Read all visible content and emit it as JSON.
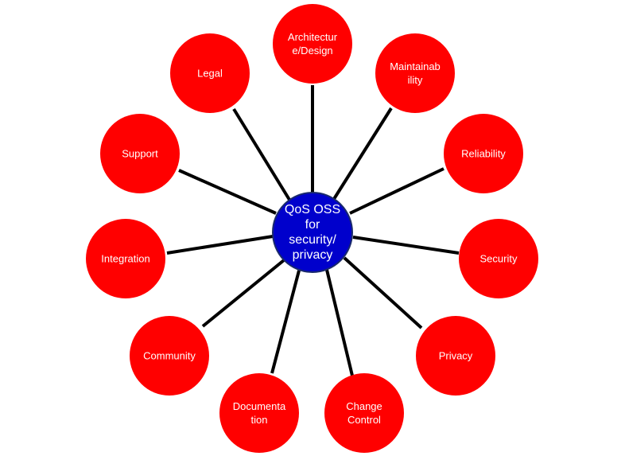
{
  "colors": {
    "hub_fill": "#0000cc",
    "hub_stroke": "#1a2a6c",
    "node_fill": "#ff0000",
    "connector": "#000000",
    "label_text": "#ffffff"
  },
  "hub": {
    "lines": [
      "QoS OSS",
      "for",
      "security/",
      "privacy"
    ]
  },
  "nodes": [
    {
      "id": "architecture",
      "lines": [
        "Architectur",
        "e/Design"
      ]
    },
    {
      "id": "maintainability",
      "lines": [
        "Maintainab",
        "ility"
      ]
    },
    {
      "id": "reliability",
      "lines": [
        "Reliability"
      ]
    },
    {
      "id": "security",
      "lines": [
        "Security"
      ]
    },
    {
      "id": "privacy",
      "lines": [
        "Privacy"
      ]
    },
    {
      "id": "change-control",
      "lines": [
        "Change",
        "Control"
      ]
    },
    {
      "id": "documentation",
      "lines": [
        "Documenta",
        "tion"
      ]
    },
    {
      "id": "community",
      "lines": [
        "Community"
      ]
    },
    {
      "id": "integration",
      "lines": [
        "Integration"
      ]
    },
    {
      "id": "support",
      "lines": [
        "Support"
      ]
    },
    {
      "id": "legal",
      "lines": [
        "Legal"
      ]
    }
  ]
}
